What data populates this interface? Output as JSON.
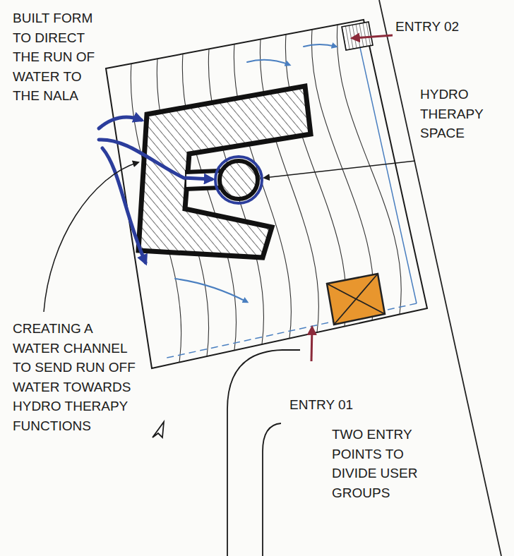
{
  "diagram": {
    "labels": [
      "BUILT FORM TO DIRECT THE RUN OF WATER TO THE NALA",
      "ENTRY 02",
      "HYDRO THERAPY SPACE",
      "CREATING A WATER CHANNEL TO SEND RUN OFF WATER TOWARDS HYDRO THERAPY FUNCTIONS",
      "ENTRY 01",
      "TWO ENTRY POINTS TO DIVIDE USER GROUPS"
    ]
  }
}
